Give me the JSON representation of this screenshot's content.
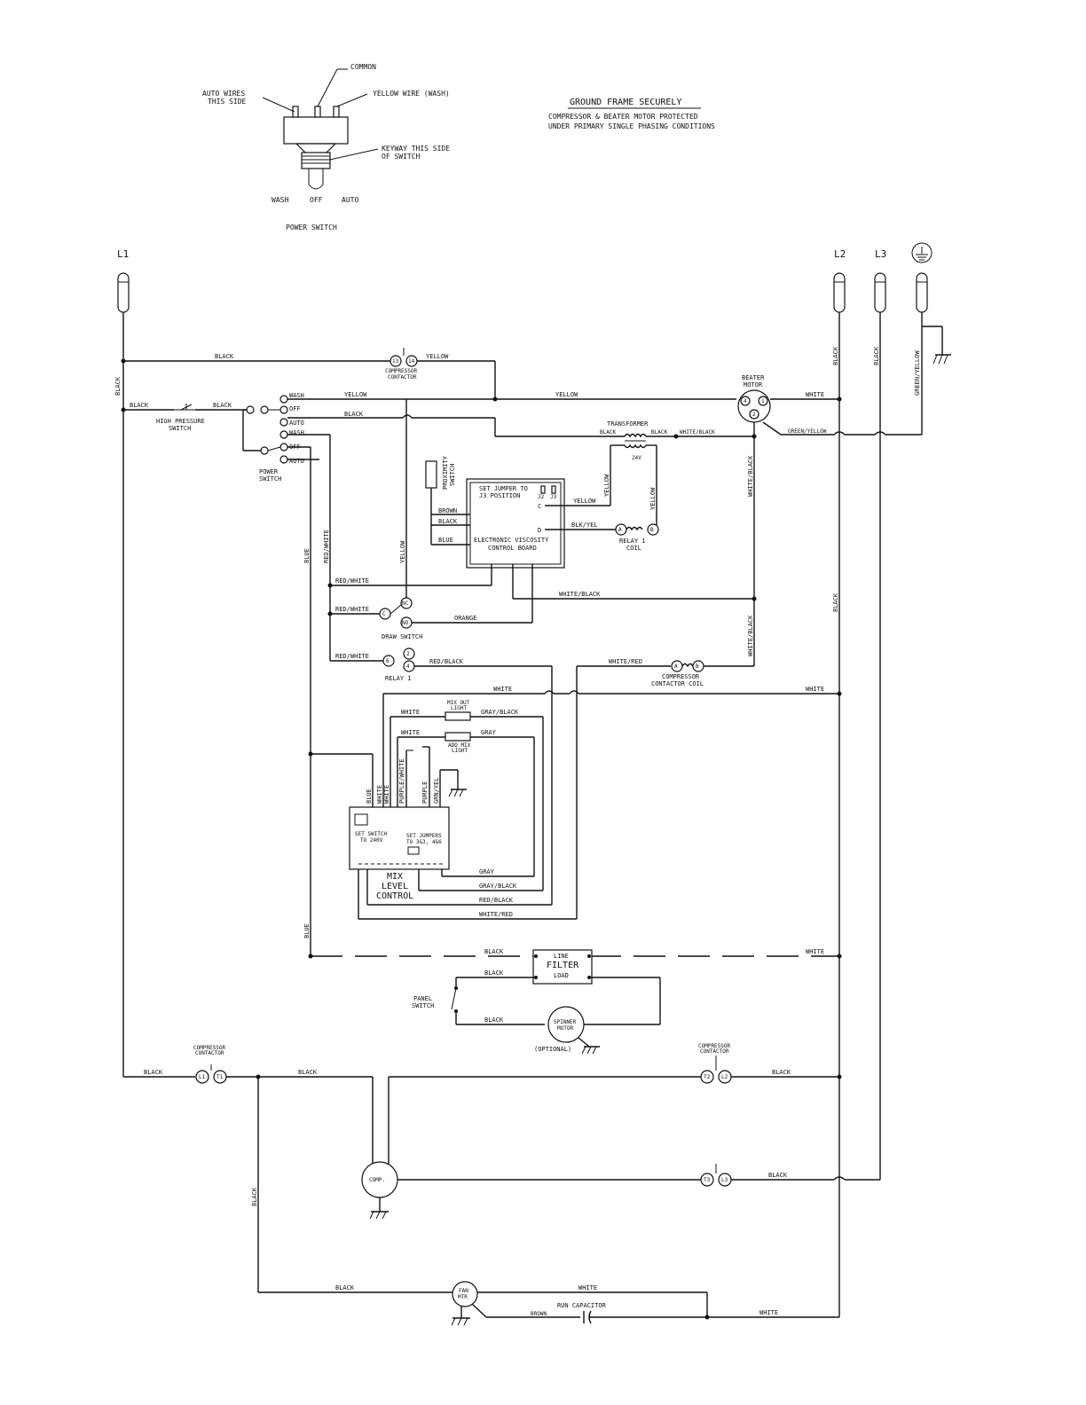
{
  "notes": {
    "title": "GROUND FRAME SECURELY",
    "line1": "COMPRESSOR & BEATER MOTOR PROTECTED",
    "line2": "UNDER PRIMARY SINGLE PHASING CONDITIONS"
  },
  "power_switch_detail": {
    "common": "COMMON",
    "yellow": "YELLOW WIRE (WASH)",
    "auto1": "AUTO WIRES",
    "auto2": "THIS SIDE",
    "keyway1": "KEYWAY THIS SIDE",
    "keyway2": "OF SWITCH",
    "pos_wash": "WASH",
    "pos_off": "OFF",
    "pos_auto": "AUTO",
    "title": "POWER SWITCH"
  },
  "lines": {
    "l1": "L1",
    "l2": "L2",
    "l3": "L3"
  },
  "wires": {
    "black": "BLACK",
    "yellow": "YELLOW",
    "white": "WHITE",
    "blue": "BLUE",
    "red_white": "RED/WHITE",
    "white_black": "WHITE/BLACK",
    "orange": "ORANGE",
    "red_black": "RED/BLACK",
    "white_red": "WHITE/RED",
    "gray_black": "GRAY/BLACK",
    "gray": "GRAY",
    "green_yellow": "GREEN/YELLOW",
    "brown": "BROWN",
    "blk_yel": "BLK/YEL",
    "purple_white": "PURPLE/WHITE",
    "purple": "PURPLE",
    "grn_yel": "GRN/YEL"
  },
  "components": {
    "compressor_contactor1": "COMPRESSOR",
    "compressor_contactor2": "CONTACTOR",
    "term_13": "13",
    "term_14": "14",
    "hps1": "HIGH PRESSURE",
    "hps2": "SWITCH",
    "ps1": "POWER",
    "ps2": "SWITCH",
    "sw_wash": "WASH",
    "sw_off": "OFF",
    "sw_auto": "AUTO",
    "beater1": "BEATER",
    "beater2": "MOTOR",
    "transformer": "TRANSFORMER",
    "v24": "24V",
    "prox1": "PROXIMITY",
    "prox2": "SWITCH",
    "evc_j1": "SET JUMPER TO",
    "evc_j2": "J3 POSITION",
    "j2": "J2",
    "j3": "J3",
    "term_c": "C",
    "term_d": "D",
    "evc1": "ELECTRONIC VISCOSITY",
    "evc2": "CONTROL BOARD",
    "relay_coil1": "RELAY 1",
    "relay_coil2": "COIL",
    "term_a": "A",
    "term_b": "B",
    "draw_switch": "DRAW SWITCH",
    "term_nc": "NC",
    "term_no": "NO",
    "term_cc": "C",
    "relay1": "RELAY 1",
    "term_6": "6",
    "term_2": "2",
    "term_4": "4",
    "cc_coil1": "COMPRESSOR",
    "cc_coil2": "CONTACTOR COIL",
    "mix_out1": "MIX OUT",
    "mix_out2": "LIGHT",
    "add_mix1": "ADD MIX",
    "add_mix2": "LIGHT",
    "mlc_sw1": "SET SWITCH",
    "mlc_sw2": "TO 240V",
    "mlc_j1": "SET JUMPERS",
    "mlc_j2": "TO 3&3, 4&6",
    "mlc1": "MIX",
    "mlc2": "LEVEL",
    "mlc3": "CONTROL",
    "lf1": "LINE",
    "lf2": "FILTER",
    "lf3": "LOAD",
    "panel1": "PANEL",
    "panel2": "SWITCH",
    "spinner1": "SPINNER",
    "spinner2": "MOTOR",
    "optional": "(OPTIONAL)",
    "t_l1": "L1",
    "t_t1": "T1",
    "t_t2": "T2",
    "t_l2": "L2",
    "t_t3": "T3",
    "t_l3": "L3",
    "comp": "COMP.",
    "fan1": "FAN",
    "fan2": "MTR",
    "run_cap": "RUN CAPACITOR"
  }
}
